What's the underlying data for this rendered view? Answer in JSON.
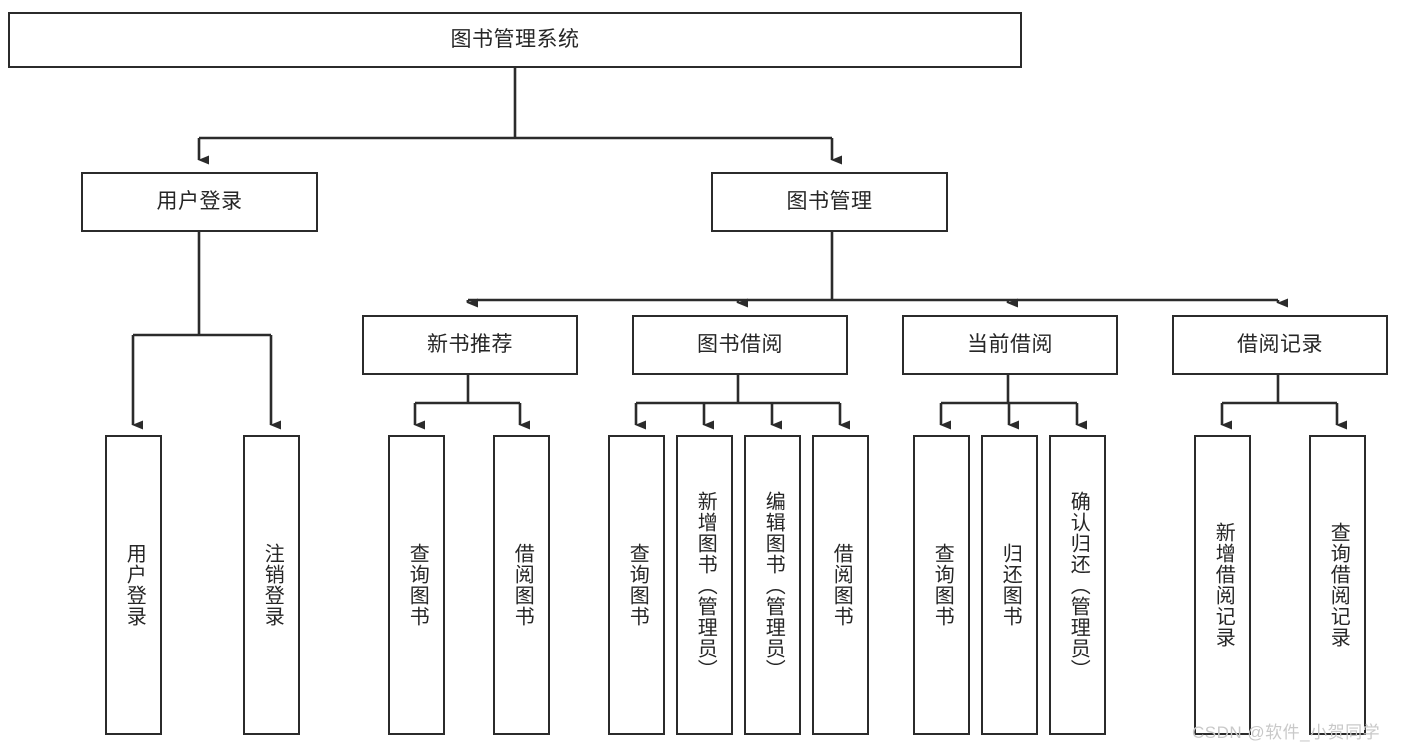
{
  "diagram": {
    "type": "tree-hierarchy-chart",
    "title_node": "图书管理系统",
    "watermark": "CSDN @软件_小贺同学",
    "colors": {
      "stroke": "#2b2b2b",
      "fill": "#ffffff",
      "text": "#262626",
      "watermark": "#c9c9c9"
    },
    "nodes": {
      "root": "图书管理系统",
      "level2": {
        "user_login": "用户登录",
        "book_manage": "图书管理"
      },
      "level3": {
        "new_book_rec": "新书推荐",
        "book_borrow": "图书借阅",
        "current_borrow": "当前借阅",
        "borrow_record": "借阅记录"
      },
      "leaves": {
        "user_login_1": "用户登录",
        "user_login_2": "注销登录",
        "new_book_rec_1": "查询图书",
        "new_book_rec_2": "借阅图书",
        "book_borrow_1": "查询图书",
        "book_borrow_2": "新增图书（管理员）",
        "book_borrow_3": "编辑图书（管理员）",
        "book_borrow_4": "借阅图书",
        "current_borrow_1": "查询图书",
        "current_borrow_2": "归还图书",
        "current_borrow_3": "确认归还（管理员）",
        "borrow_record_1": "新增借阅记录",
        "borrow_record_2": "查询借阅记录"
      }
    },
    "edges": [
      {
        "from": "图书管理系统",
        "to": "用户登录"
      },
      {
        "from": "图书管理系统",
        "to": "图书管理"
      },
      {
        "from": "用户登录",
        "to": "用户登录"
      },
      {
        "from": "用户登录",
        "to": "注销登录"
      },
      {
        "from": "图书管理",
        "to": "新书推荐"
      },
      {
        "from": "图书管理",
        "to": "图书借阅"
      },
      {
        "from": "图书管理",
        "to": "当前借阅"
      },
      {
        "from": "图书管理",
        "to": "借阅记录"
      },
      {
        "from": "新书推荐",
        "to": "查询图书"
      },
      {
        "from": "新书推荐",
        "to": "借阅图书"
      },
      {
        "from": "图书借阅",
        "to": "查询图书"
      },
      {
        "from": "图书借阅",
        "to": "新增图书（管理员）"
      },
      {
        "from": "图书借阅",
        "to": "编辑图书（管理员）"
      },
      {
        "from": "图书借阅",
        "to": "借阅图书"
      },
      {
        "from": "当前借阅",
        "to": "查询图书"
      },
      {
        "from": "当前借阅",
        "to": "归还图书"
      },
      {
        "from": "当前借阅",
        "to": "确认归还（管理员）"
      },
      {
        "from": "借阅记录",
        "to": "新增借阅记录"
      },
      {
        "from": "借阅记录",
        "to": "查询借阅记录"
      }
    ]
  }
}
